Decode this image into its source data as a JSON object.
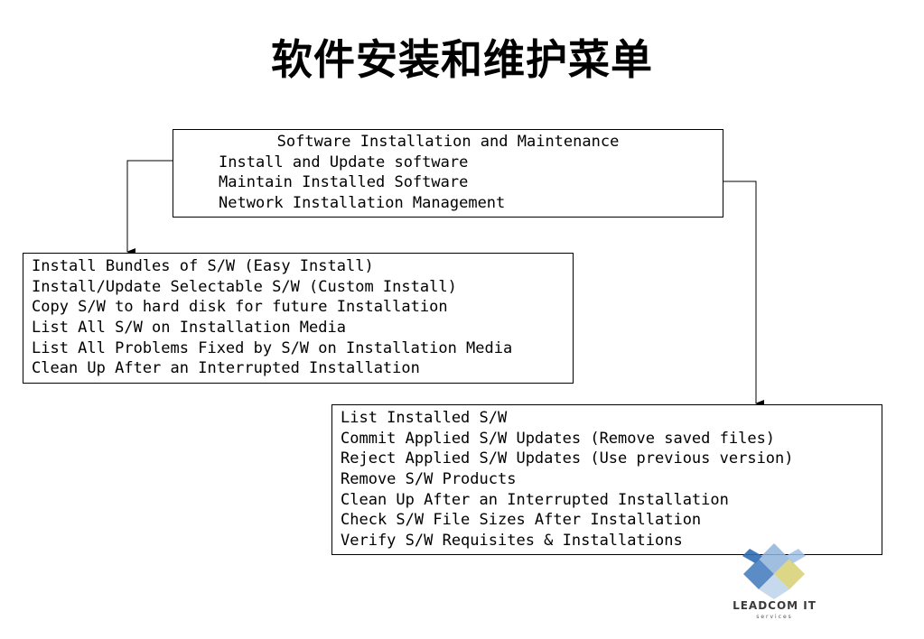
{
  "title": "软件安装和维护菜单",
  "main_menu": {
    "heading": "Software Installation and Maintenance",
    "items": [
      "Install and Update software",
      "Maintain Installed Software",
      "Network Installation Management"
    ]
  },
  "install_submenu": {
    "items": [
      "Install Bundles of S/W (Easy Install)",
      "Install/Update Selectable S/W (Custom Install)",
      "Copy S/W to hard disk for future Installation",
      "List All S/W on Installation Media",
      "List All Problems Fixed by S/W on Installation Media",
      "Clean Up After an Interrupted Installation"
    ]
  },
  "maintain_submenu": {
    "items": [
      "List Installed S/W",
      "Commit Applied S/W Updates (Remove saved files)",
      "Reject Applied S/W Updates (Use previous version)",
      "Remove S/W Products",
      "Clean Up After an Interrupted Installation",
      "Check S/W File Sizes After Installation",
      "Verify S/W Requisites & Installations"
    ]
  },
  "logo": {
    "name": "LEADCOM IT",
    "subtitle": "services"
  }
}
